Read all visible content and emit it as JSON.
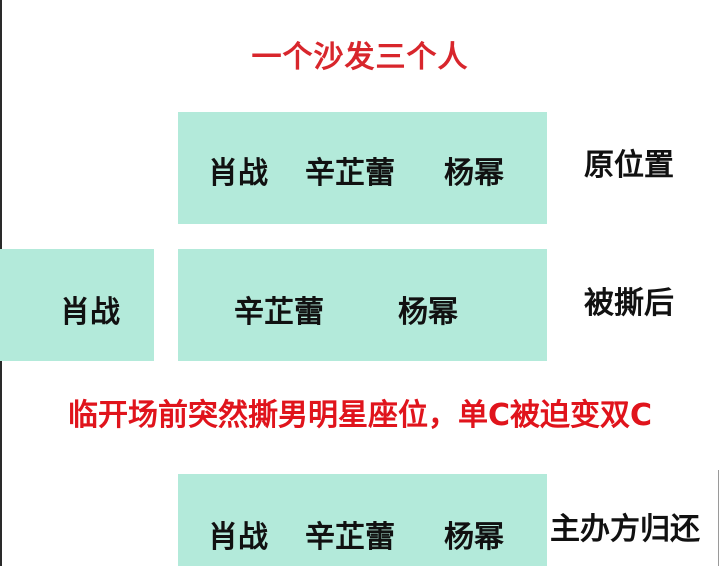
{
  "title": "一个沙发三个人",
  "rows": [
    {
      "state_label": "原位置",
      "seats": [
        "肖战",
        "辛芷蕾",
        "杨幂"
      ]
    },
    {
      "state_label": "被撕后",
      "separated_seat": "肖战",
      "seats": [
        "辛芷蕾",
        "杨幂"
      ]
    },
    {
      "state_label": "主办方归还",
      "seats": [
        "肖战",
        "辛芷蕾",
        "杨幂"
      ]
    }
  ],
  "caption": "临开场前突然撕男明星座位，单C被迫变双C",
  "colors": {
    "title_red": "#d8262c",
    "caption_red": "#e0141c",
    "sofa_fill": "#b3eada",
    "text": "#111111"
  }
}
